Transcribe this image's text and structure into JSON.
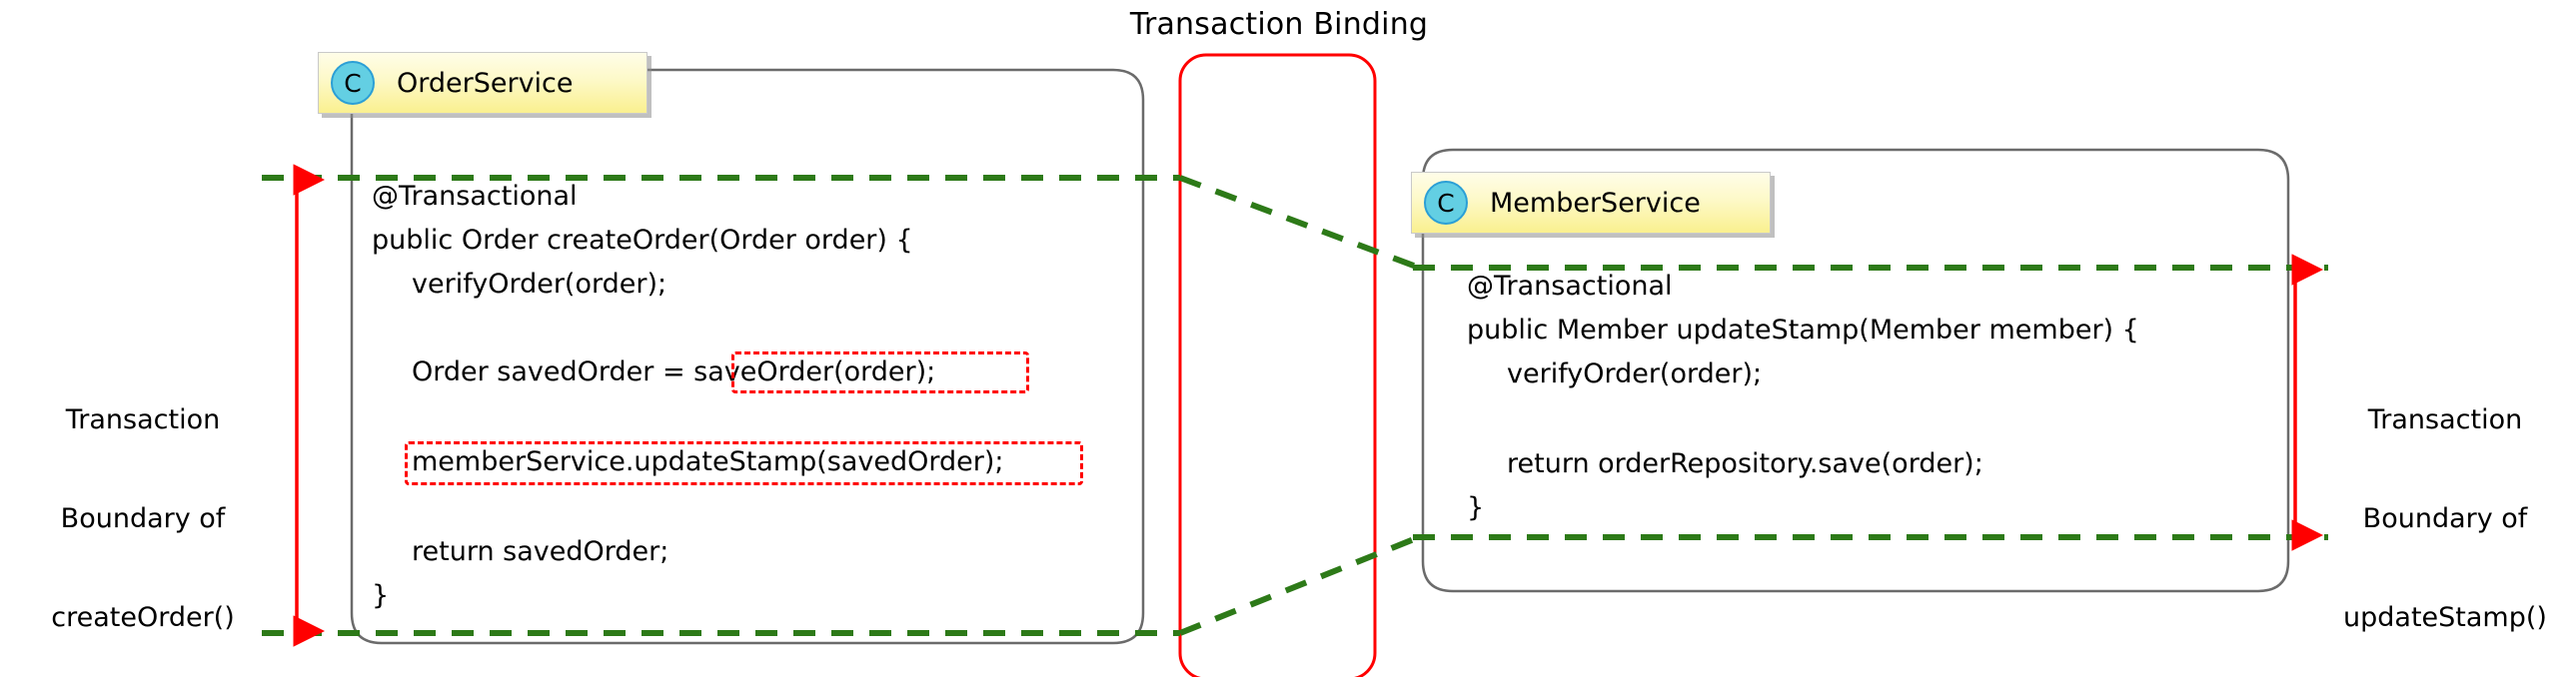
{
  "diagram": {
    "title": "Transaction Binding",
    "type": "uml-ish annotated code diagram",
    "background_color": "#ffffff"
  },
  "colors": {
    "boundary_dashed_green": "#2d7a18",
    "binding_red": "#ff0000",
    "arrow_red": "#ff0000",
    "highlight_red": "#ff0000",
    "class_badge_fill": "#faf08f",
    "class_badge_border": "#c9c9c9",
    "class_icon_fill": "#63cfe3",
    "class_icon_border": "#2b9fd6",
    "code_box_border": "#666666",
    "text": "#000000"
  },
  "left_boundary": {
    "label_lines": [
      "Transaction",
      "Boundary of",
      "createOrder()"
    ],
    "arrow_color": "#ff0000",
    "arrow_direction": "double-vertical"
  },
  "right_boundary": {
    "label_lines": [
      "Transaction",
      "Boundary of",
      "updateStamp()"
    ],
    "arrow_color": "#ff0000",
    "arrow_direction": "double-vertical"
  },
  "order_service": {
    "icon": "class-circle-icon",
    "icon_letter": "C",
    "name": "OrderService",
    "code_lines": [
      {
        "text": "@Transactional",
        "indent": 0,
        "highlight": false
      },
      {
        "text": "public Order createOrder(Order order) {",
        "indent": 0,
        "highlight": false
      },
      {
        "text": "verifyOrder(order);",
        "indent": 1,
        "highlight": false
      },
      {
        "text": "",
        "indent": 0,
        "highlight": false
      },
      {
        "text": "Order savedOrder = saveOrder(order);",
        "indent": 1,
        "highlight": "partial-right"
      },
      {
        "text": "",
        "indent": 0,
        "highlight": false
      },
      {
        "text": "memberService.updateStamp(savedOrder);",
        "indent": 1,
        "highlight": "full"
      },
      {
        "text": "",
        "indent": 0,
        "highlight": false
      },
      {
        "text": "return savedOrder;",
        "indent": 1,
        "highlight": false
      },
      {
        "text": "}",
        "indent": 0,
        "highlight": false
      }
    ],
    "highlighted_fragments": [
      "saveOrder(order);",
      "memberService.updateStamp(savedOrder);"
    ]
  },
  "member_service": {
    "icon": "class-circle-icon",
    "icon_letter": "C",
    "name": "MemberService",
    "code_lines": [
      {
        "text": "@Transactional",
        "indent": 0,
        "highlight": false
      },
      {
        "text": "public Member updateStamp(Member member) {",
        "indent": 0,
        "highlight": false
      },
      {
        "text": "verifyOrder(order);",
        "indent": 1,
        "highlight": false
      },
      {
        "text": "",
        "indent": 0,
        "highlight": false
      },
      {
        "text": "return orderRepository.save(order);",
        "indent": 1,
        "highlight": false
      },
      {
        "text": "}",
        "indent": 0,
        "highlight": false
      }
    ],
    "highlighted_fragments": []
  },
  "transaction_binding": {
    "label": "Transaction Binding",
    "shape": "rounded-rectangle",
    "stroke_color": "#ff0000"
  }
}
